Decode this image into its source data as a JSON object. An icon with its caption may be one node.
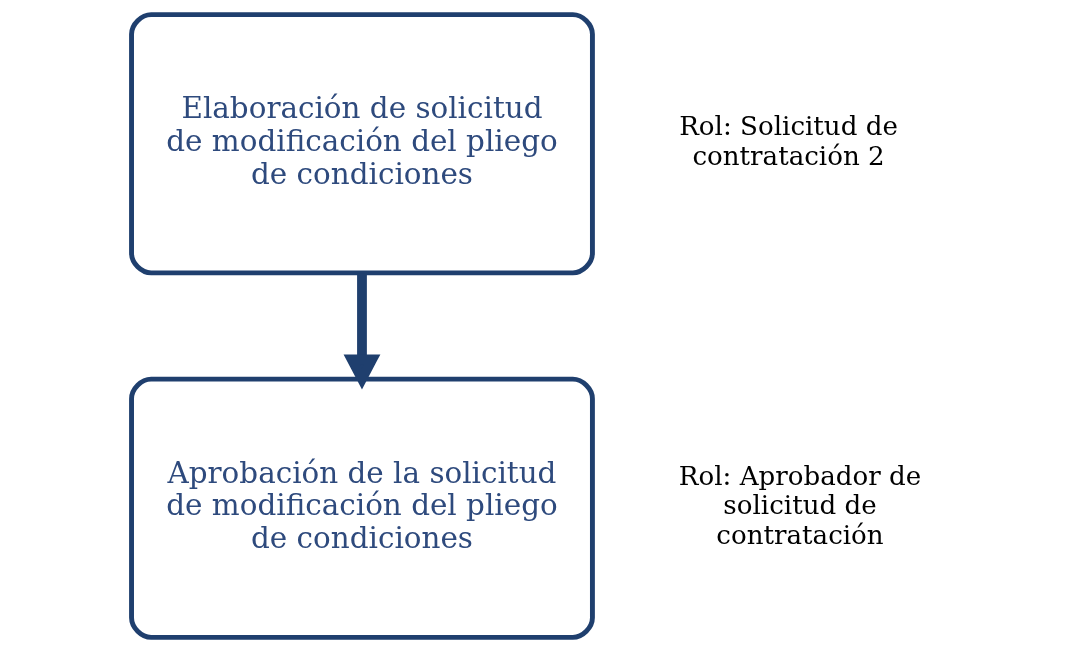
{
  "diagram": {
    "nodes": [
      {
        "text": [
          "Elaboración de solicitud de modificación del pliego de condiciones"
        ],
        "beside": [
          "Rol: Solicitud de contratación 2"
        ]
      },
      {
        "text": [
          "Aprobación de la solicitud de modificación del pliego de condiciones"
        ],
        "beside": [
          "Rol: Aprobador de solicitud de contratación"
        ]
      }
    ],
    "edges": [
      {
        "from": 0,
        "to": 1,
        "arrow": "to"
      }
    ]
  }
}
